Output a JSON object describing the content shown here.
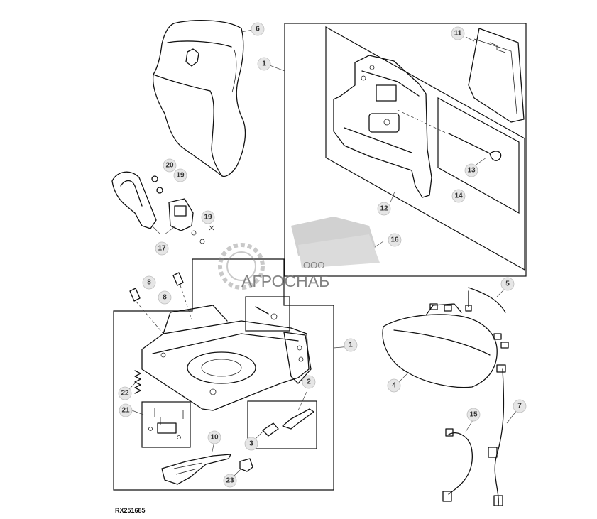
{
  "reference_code": "RX251685",
  "watermark": {
    "line1": "ООО",
    "line2": "АГРОСНАБ"
  },
  "callouts": {
    "c1_top": "1",
    "c1_bottom": "1",
    "c2": "2",
    "c3": "3",
    "c4": "4",
    "c5": "5",
    "c6": "6",
    "c7": "7",
    "c8_left": "8",
    "c8_right": "8",
    "c10": "10",
    "c11": "11",
    "c12": "12",
    "c13": "13",
    "c14": "14",
    "c15": "15",
    "c16": "16",
    "c17": "17",
    "c19_top": "19",
    "c19_bottom": "19",
    "c20": "20",
    "c21": "21",
    "c22": "22",
    "c23": "23"
  },
  "colors": {
    "line": "#111111",
    "callout_fill": "#e6e6e6",
    "watermark": "#8a8a8a"
  }
}
